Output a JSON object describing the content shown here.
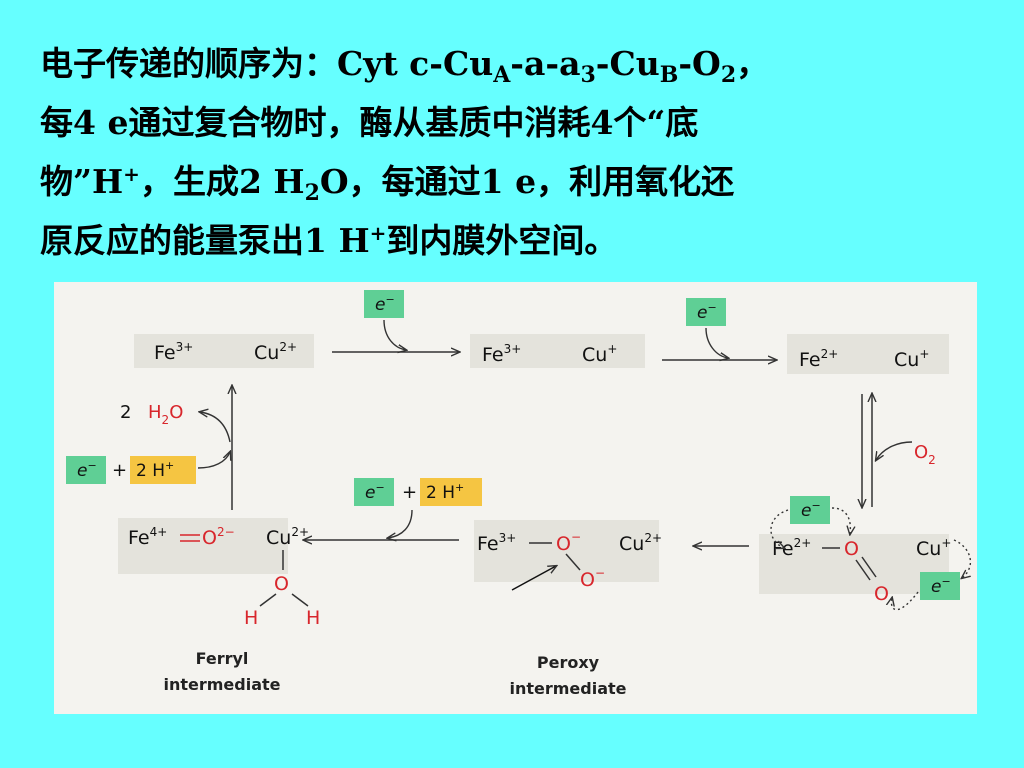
{
  "heading": {
    "line1": {
      "lead": "电子传递的顺序为：Cyt c-Cu",
      "sub_a": "A",
      "mid1": "-a-a",
      "sub_3": "3",
      "mid2": "-Cu",
      "sub_b": "B",
      "mid3": "-O",
      "sub_2": "2",
      "tail": "，"
    },
    "line2": "每4 e通过复合物时，酶从基质中消耗4个“底",
    "line3": {
      "lead": "物”H",
      "sup": "+",
      "mid": "，生成2 H",
      "sub": "2",
      "tail": "O，每通过1 e，利用氧化还"
    },
    "line4": {
      "lead": "原反应的能量泵出1 H",
      "sup": "+",
      "tail": "到内膜外空间。"
    }
  },
  "diagram": {
    "colors": {
      "electron_box": "#5fcf95",
      "proton_box": "#f5c542",
      "oxygen_red": "#d8262c",
      "arrow": "#333333",
      "row_shade": "#dcdcd6"
    },
    "electron": {
      "base": "e",
      "sup": "−"
    },
    "plus": "+",
    "two_h": {
      "base": "2 H",
      "sup": "+"
    },
    "states": {
      "s1": {
        "fe": {
          "base": "Fe",
          "sup": "3+"
        },
        "cu": {
          "base": "Cu",
          "sup": "2+"
        }
      },
      "s2": {
        "fe": {
          "base": "Fe",
          "sup": "3+"
        },
        "cu": {
          "base": "Cu",
          "sup": "+"
        }
      },
      "s3": {
        "fe": {
          "base": "Fe",
          "sup": "2+"
        },
        "cu": {
          "base": "Cu",
          "sup": "+"
        }
      },
      "s4": {
        "fe": {
          "base": "Fe",
          "sup": "2+"
        },
        "o_top": "O",
        "o_bottom": "O",
        "cu": {
          "base": "Cu",
          "sup": "+"
        }
      },
      "s5": {
        "fe": {
          "base": "Fe",
          "sup": "3+"
        },
        "o1": {
          "base": "O",
          "sup": "−"
        },
        "o2": {
          "base": "O",
          "sup": "−"
        },
        "cu": {
          "base": "Cu",
          "sup": "2+"
        }
      },
      "s6": {
        "fe": {
          "base": "Fe",
          "sup": "4+"
        },
        "oxo": {
          "base": "O",
          "sup": "2−"
        },
        "cu": {
          "base": "Cu",
          "sup": "2+"
        },
        "water_o": "O",
        "h_left": "H",
        "h_right": "H"
      }
    },
    "o2_input": {
      "base": "O",
      "sub": "2"
    },
    "water_out": {
      "coef": "2",
      "base": "H",
      "sub": "2",
      "tail": "O"
    },
    "captions": {
      "ferryl_line1": "Ferryl",
      "ferryl_line2": "intermediate",
      "peroxy_line1": "Peroxy",
      "peroxy_line2": "intermediate"
    }
  }
}
